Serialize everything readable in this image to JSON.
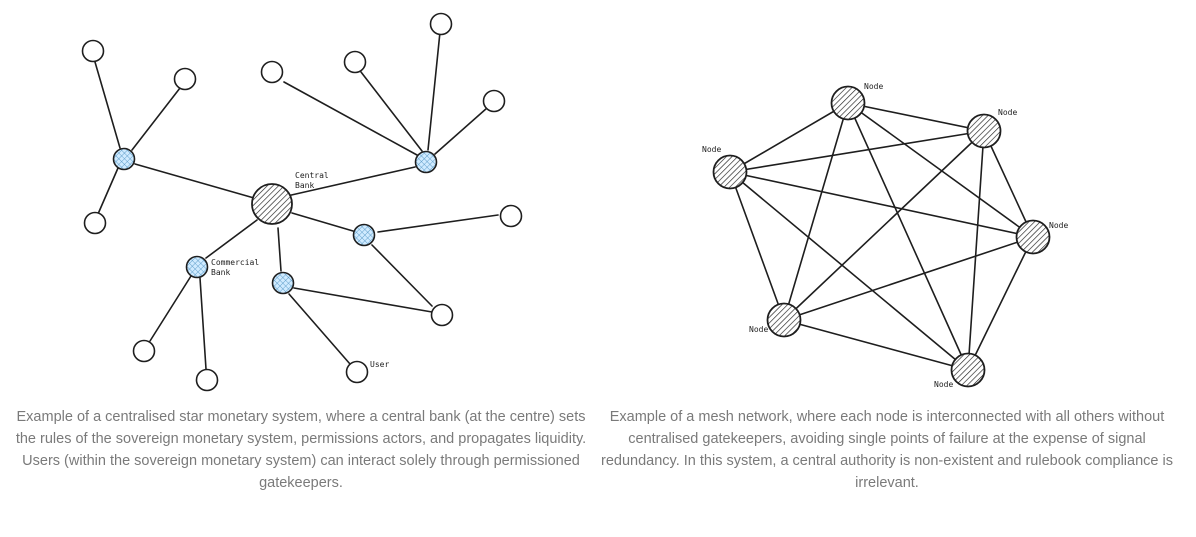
{
  "star_diagram": {
    "labels": {
      "central_bank_line1": "Central",
      "central_bank_line2": "Bank",
      "commercial_bank_line1": "Commercial",
      "commercial_bank_line2": "Bank",
      "user": "User"
    },
    "caption": "Example of a centralised star monetary system, where a central bank (at the centre) sets the rules of the sovereign monetary system, permissions actors, and propagates liquidity. Users (within the sovereign monetary system) can interact solely through permissioned gatekeepers."
  },
  "mesh_diagram": {
    "node_label": "Node",
    "caption": "Example of a mesh network, where each node is interconnected with all others without centralised gatekeepers, avoiding single points of failure at the expense of signal redundancy. In this system, a central authority is non-existent and rulebook compliance is irrelevant."
  },
  "colors": {
    "stroke": "#1e1e1e",
    "commercial_bank_fill": "#a5d8ff",
    "caption_text": "#7a7a7a"
  }
}
